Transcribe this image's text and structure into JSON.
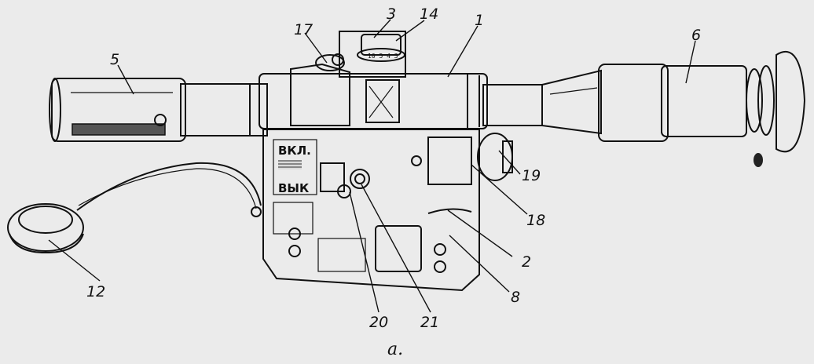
{
  "figure": {
    "caption": "a.",
    "panel_labels": {
      "on": "ВКЛ.",
      "off": "ВЫК"
    },
    "callouts": [
      {
        "id": "c1",
        "text": "1"
      },
      {
        "id": "c2",
        "text": "2"
      },
      {
        "id": "c3",
        "text": "3"
      },
      {
        "id": "c5",
        "text": "5"
      },
      {
        "id": "c6",
        "text": "6"
      },
      {
        "id": "c8",
        "text": "8"
      },
      {
        "id": "c12",
        "text": "12"
      },
      {
        "id": "c14",
        "text": "14"
      },
      {
        "id": "c17",
        "text": "17"
      },
      {
        "id": "c18",
        "text": "18"
      },
      {
        "id": "c19",
        "text": "19"
      },
      {
        "id": "c20",
        "text": "20"
      },
      {
        "id": "c21",
        "text": "21"
      }
    ]
  },
  "colors": {
    "background": "#ebebeb",
    "ink": "#111111",
    "body_fill": "#d9d9d9",
    "shadow_fill": "#3a3a3a"
  }
}
